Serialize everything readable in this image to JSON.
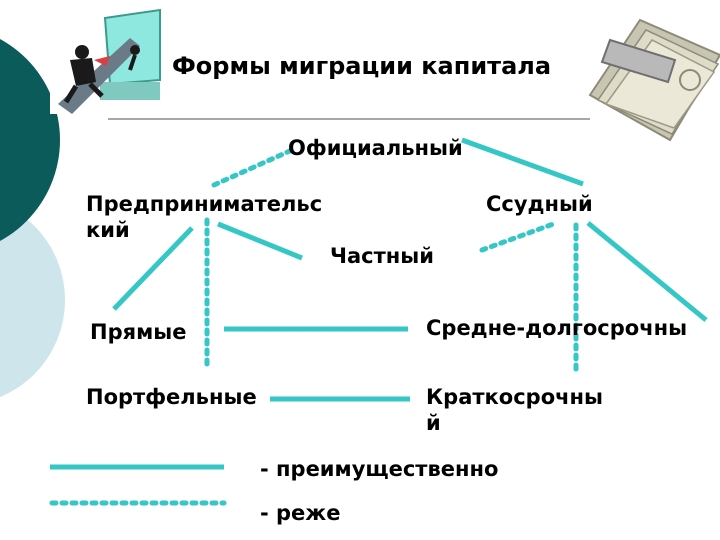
{
  "title": "Формы миграции капитала",
  "nodes": {
    "official": "Официальный",
    "entrepreneurial": "Предпринимательс\nкий",
    "loan": "Ссудный",
    "private": "Частный",
    "direct": "Прямые",
    "medium_long": "Средне-долгосрочны",
    "portfolio": "Портфельные",
    "short": "Краткосрочны\nй"
  },
  "legend": {
    "solid": "- преимущественно",
    "dotted": "- реже"
  },
  "colors": {
    "line": "#35c6c6",
    "circle_dark": "#0b5b5b",
    "circle_light": "#cfe5ec"
  }
}
